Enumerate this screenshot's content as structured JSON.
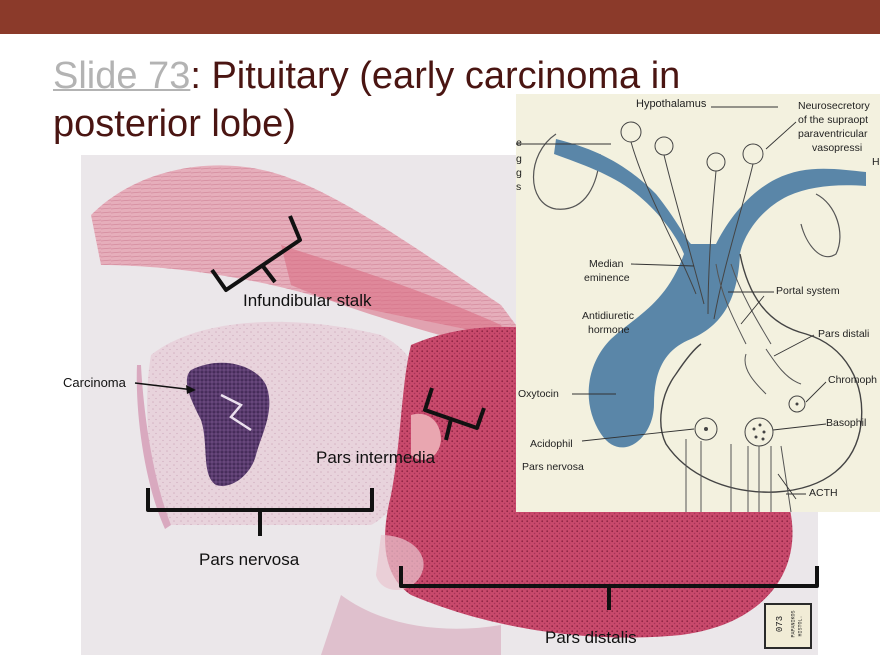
{
  "slide": {
    "link_text": "Slide 73",
    "title_rest_line1": ": Pituitary (early carcinoma in",
    "title_line2": "posterior lobe)",
    "accent_bar_color": "#8b3a2a",
    "title_color": "#4a1512"
  },
  "histology_labels": {
    "infundibular_stalk": "Infundibular stalk",
    "carcinoma": "Carcinoma",
    "pars_intermedia": "Pars intermedia",
    "pars_nervosa": "Pars nervosa",
    "pars_distalis": "Pars distalis"
  },
  "diagram_labels": {
    "hypothalamus": "Hypothalamus",
    "neurosecretory_1": "Neurosecretory",
    "neurosecretory_2": "of the supraopt",
    "neurosecretory_3": "paraventricular",
    "neurosecretory_4": "vasopressi",
    "neurosecretory_5": "H",
    "left_edge_1": "e",
    "left_edge_2": "g",
    "left_edge_3": "g",
    "left_edge_4": "s",
    "median_eminence_1": "Median",
    "median_eminence_2": "eminence",
    "portal_system": "Portal system",
    "antidiuretic_1": "Antidiuretic",
    "antidiuretic_2": "hormone",
    "pars_distalis": "Pars distali",
    "chromophobe": "Chromoph",
    "oxytocin": "Oxytocin",
    "basophil": "Basophil",
    "acidophil": "Acidophil",
    "pars_nervosa": "Pars nervosa",
    "acth": "ACTH"
  },
  "slide_tag": {
    "number": "073",
    "text_1": "PAPANIKOS",
    "text_2": "HISTOL."
  }
}
